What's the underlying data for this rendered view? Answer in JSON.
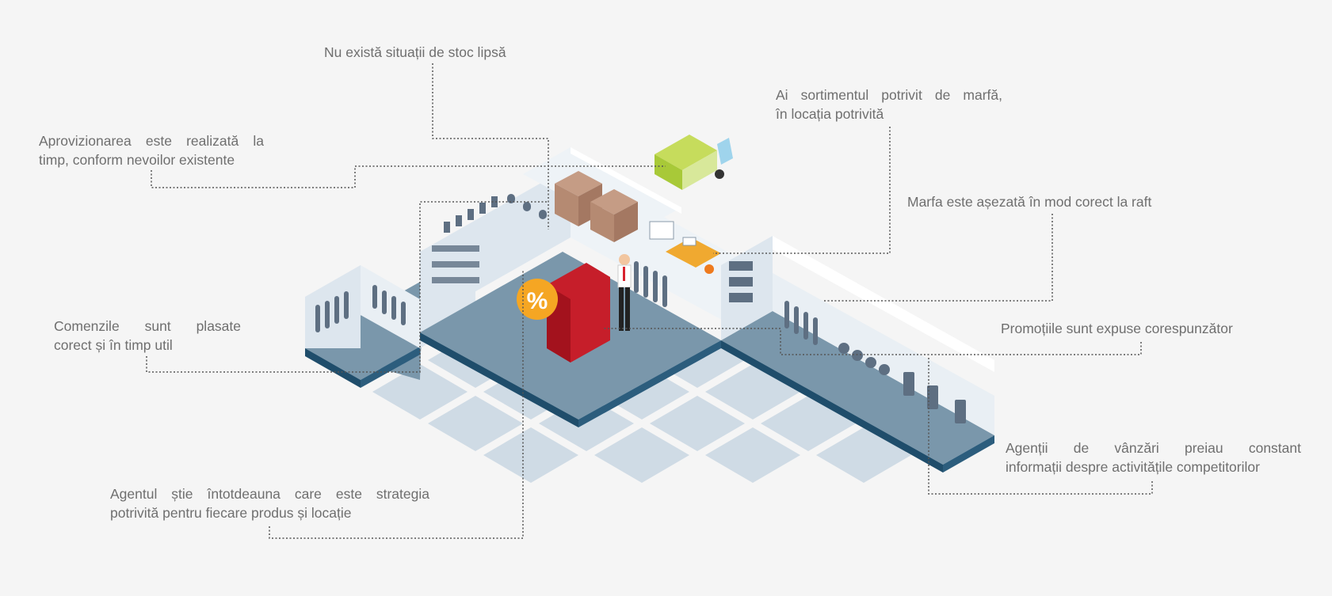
{
  "labels": {
    "stock": [
      "Nu există situații de stoc lipsă"
    ],
    "supply": [
      "Aprovizionarea este realizată la",
      "timp, conform nevoilor existente"
    ],
    "assortment": [
      "Ai sortimentul potrivit de marfă,",
      "în locația potrivită"
    ],
    "shelf": [
      "Marfa este așezată în mod corect la raft"
    ],
    "orders": [
      "Comenzile sunt plasate",
      "corect și în timp util"
    ],
    "promo": [
      "Promoțiile sunt expuse corespunzător"
    ],
    "agents": [
      "Agenții de vânzări preiau constant",
      "informații despre activitățile competitorilor"
    ],
    "strategy": [
      "Agentul știe întotdeauna care este strategia",
      "potrivită pentru fiecare produs și locație"
    ]
  },
  "promo_badge": "%",
  "colors": {
    "background": "#f5f5f5",
    "text": "#6f6f6f",
    "floor": "#7a97ab",
    "floor_edge": "#1f4d6b",
    "walls": "#dde6ee",
    "tiles": "#cfdbe5",
    "shelf_items": "#5e6f82",
    "truck_body": "#a8c938",
    "truck_cab": "#9fd4ec",
    "boxes": "#b58a72",
    "desk": "#f0a930",
    "promo": "#d8232f",
    "leader_lines": "#555555"
  }
}
